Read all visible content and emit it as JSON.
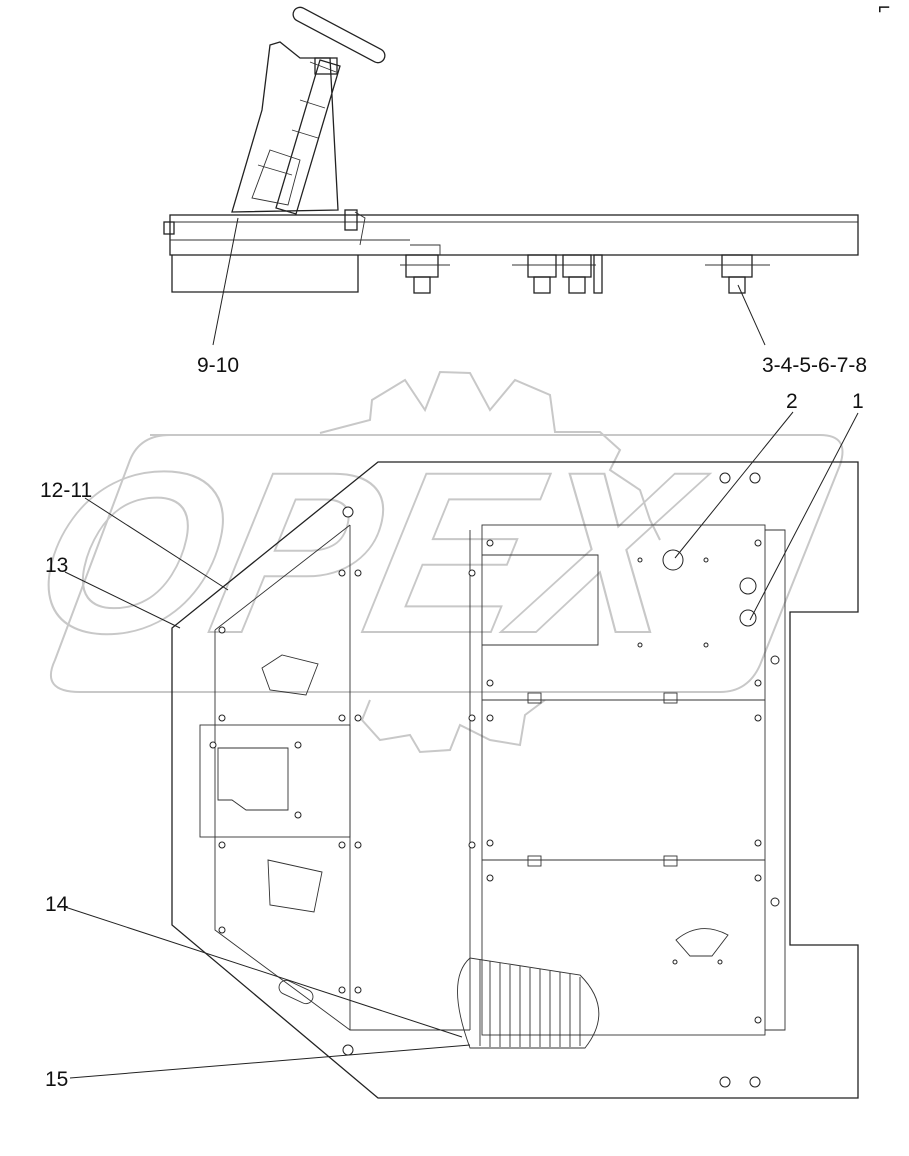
{
  "watermark": {
    "text": "OPEX"
  },
  "corner_mark": "⌐",
  "callouts": [
    {
      "id": "9-10",
      "label": "9-10"
    },
    {
      "id": "3-8",
      "label": "3-4-5-6-7-8"
    },
    {
      "id": "2",
      "label": "2"
    },
    {
      "id": "1",
      "label": "1"
    },
    {
      "id": "12-11",
      "label": "12-11"
    },
    {
      "id": "13",
      "label": "13"
    },
    {
      "id": "14",
      "label": "14"
    },
    {
      "id": "15",
      "label": "15"
    }
  ]
}
